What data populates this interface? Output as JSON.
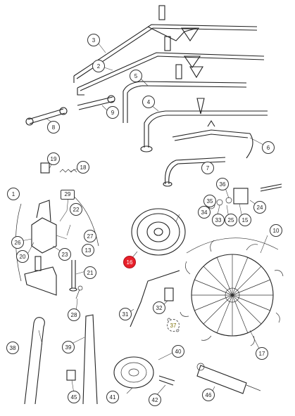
{
  "part_labels": [
    "1",
    "2",
    "3",
    "4",
    "5",
    "6",
    "7",
    "8",
    "9",
    "10",
    "13",
    "15",
    "16",
    "17",
    "18",
    "19",
    "20",
    "21",
    "22",
    "23",
    "24",
    "25",
    "26",
    "27",
    "28",
    "29",
    "31",
    "32",
    "33",
    "34",
    "35",
    "36",
    "37",
    "38",
    "39",
    "40",
    "41",
    "42",
    "45",
    "46"
  ],
  "highlighted_part": "16",
  "colors": {
    "highlight": "#e8202a",
    "line": "#222222",
    "background": "#ffffff",
    "dashed_label": "#7a6d00"
  }
}
